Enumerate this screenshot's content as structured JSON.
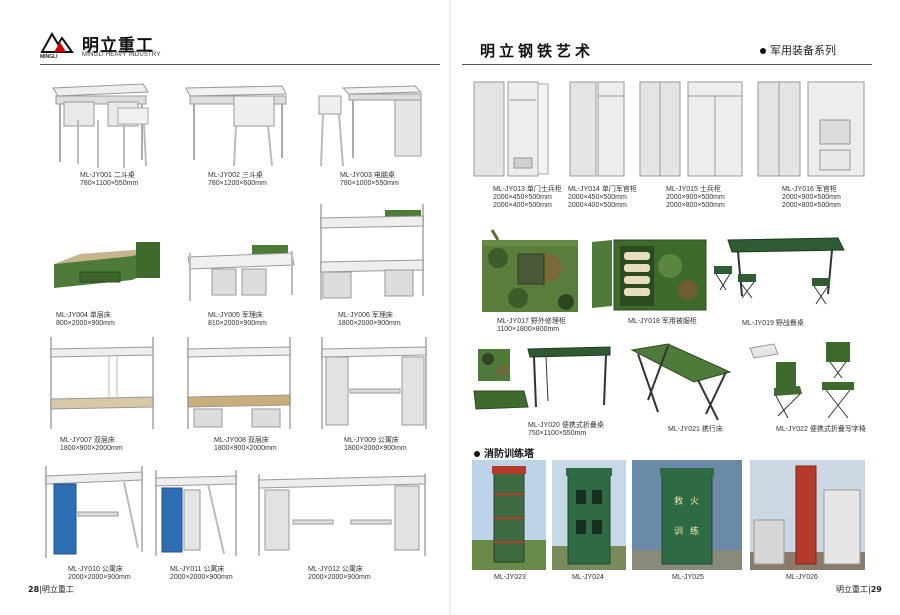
{
  "header": {
    "brand_cn": "明立重工",
    "brand_en": "MINGLI HEAVY INDUSTRY",
    "logo_text": "MINGLI",
    "title_right": "明立钢铁艺术",
    "series": "军用装备系列"
  },
  "left_items": [
    {
      "name": "ML-JY001 二斗桌",
      "size": "780×1100×550mm"
    },
    {
      "name": "ML-JY002  三斗桌",
      "size": "780×1200×600mm"
    },
    {
      "name": "ML-JY003 电脑桌",
      "size": "780×1000×550mm"
    },
    {
      "name": "ML-JY004 单层床",
      "size": "800×2000×900mm"
    },
    {
      "name": "ML-JY005 军理床",
      "size": "810×2000×900mm"
    },
    {
      "name": "ML-JY006 军理床",
      "size": "1800×2000×900mm"
    },
    {
      "name": "ML-JY007 双层床",
      "size": "1800×900×2000mm"
    },
    {
      "name": "ML-JY008 双层床",
      "size": "1800×900×2000mm"
    },
    {
      "name": "ML-JY009  公寓床",
      "size": "1800×2000×900mm"
    },
    {
      "name": "ML-JY010 公寓床",
      "size": "2000×2000×900mm"
    },
    {
      "name": "ML-JY011 公寓床",
      "size": "2000×2000×900mm"
    },
    {
      "name": "ML-JY012 公寓床",
      "size": "2000×2000×900mm"
    }
  ],
  "right_items": [
    {
      "name": "ML-JY013 单门士兵柜",
      "size": "2000×450×500mm",
      "size2": "2000×400×500mm"
    },
    {
      "name": "ML-JY014 单门军官柜",
      "size": "2000×450×500mm",
      "size2": "2000×400×500mm"
    },
    {
      "name": "ML-JY015 士兵柜",
      "size": "2000×900×500mm",
      "size2": "2000×800×500mm"
    },
    {
      "name": "ML-JY016 军官柜",
      "size": "2000×900×500mm",
      "size2": "2000×800×500mm"
    },
    {
      "name": "ML-JY017 野外修理柜",
      "size": "1100×1800×800mm"
    },
    {
      "name": "ML-JY018 军用被服柜",
      "size": ""
    },
    {
      "name": "ML-JY019 野战餐桌",
      "size": ""
    },
    {
      "name": "ML-JY020 便携式折叠桌",
      "size": "750×1100×550mm"
    },
    {
      "name": "ML-JY021 携行床",
      "size": ""
    },
    {
      "name": "ML-JY022 便携式折叠写字椅",
      "size": ""
    }
  ],
  "section_title": "消防训练塔",
  "towers": [
    {
      "name": "ML-JY023"
    },
    {
      "name": "ML-JY024"
    },
    {
      "name": "ML-JY025"
    },
    {
      "name": "ML-JY026"
    }
  ],
  "tower_text": {
    "t1": "救",
    "t2": "火",
    "t3": "训",
    "t4": "练"
  },
  "footer": {
    "left_no": "28",
    "left_brand": "明立重工",
    "right_no": "29",
    "right_brand": "明立重工"
  },
  "colors": {
    "military_green": "#4e7a3a",
    "camo_green": "#5a7d3c",
    "frame_white": "#e8e8e8",
    "cabinet_blue": "#2f6db5"
  }
}
